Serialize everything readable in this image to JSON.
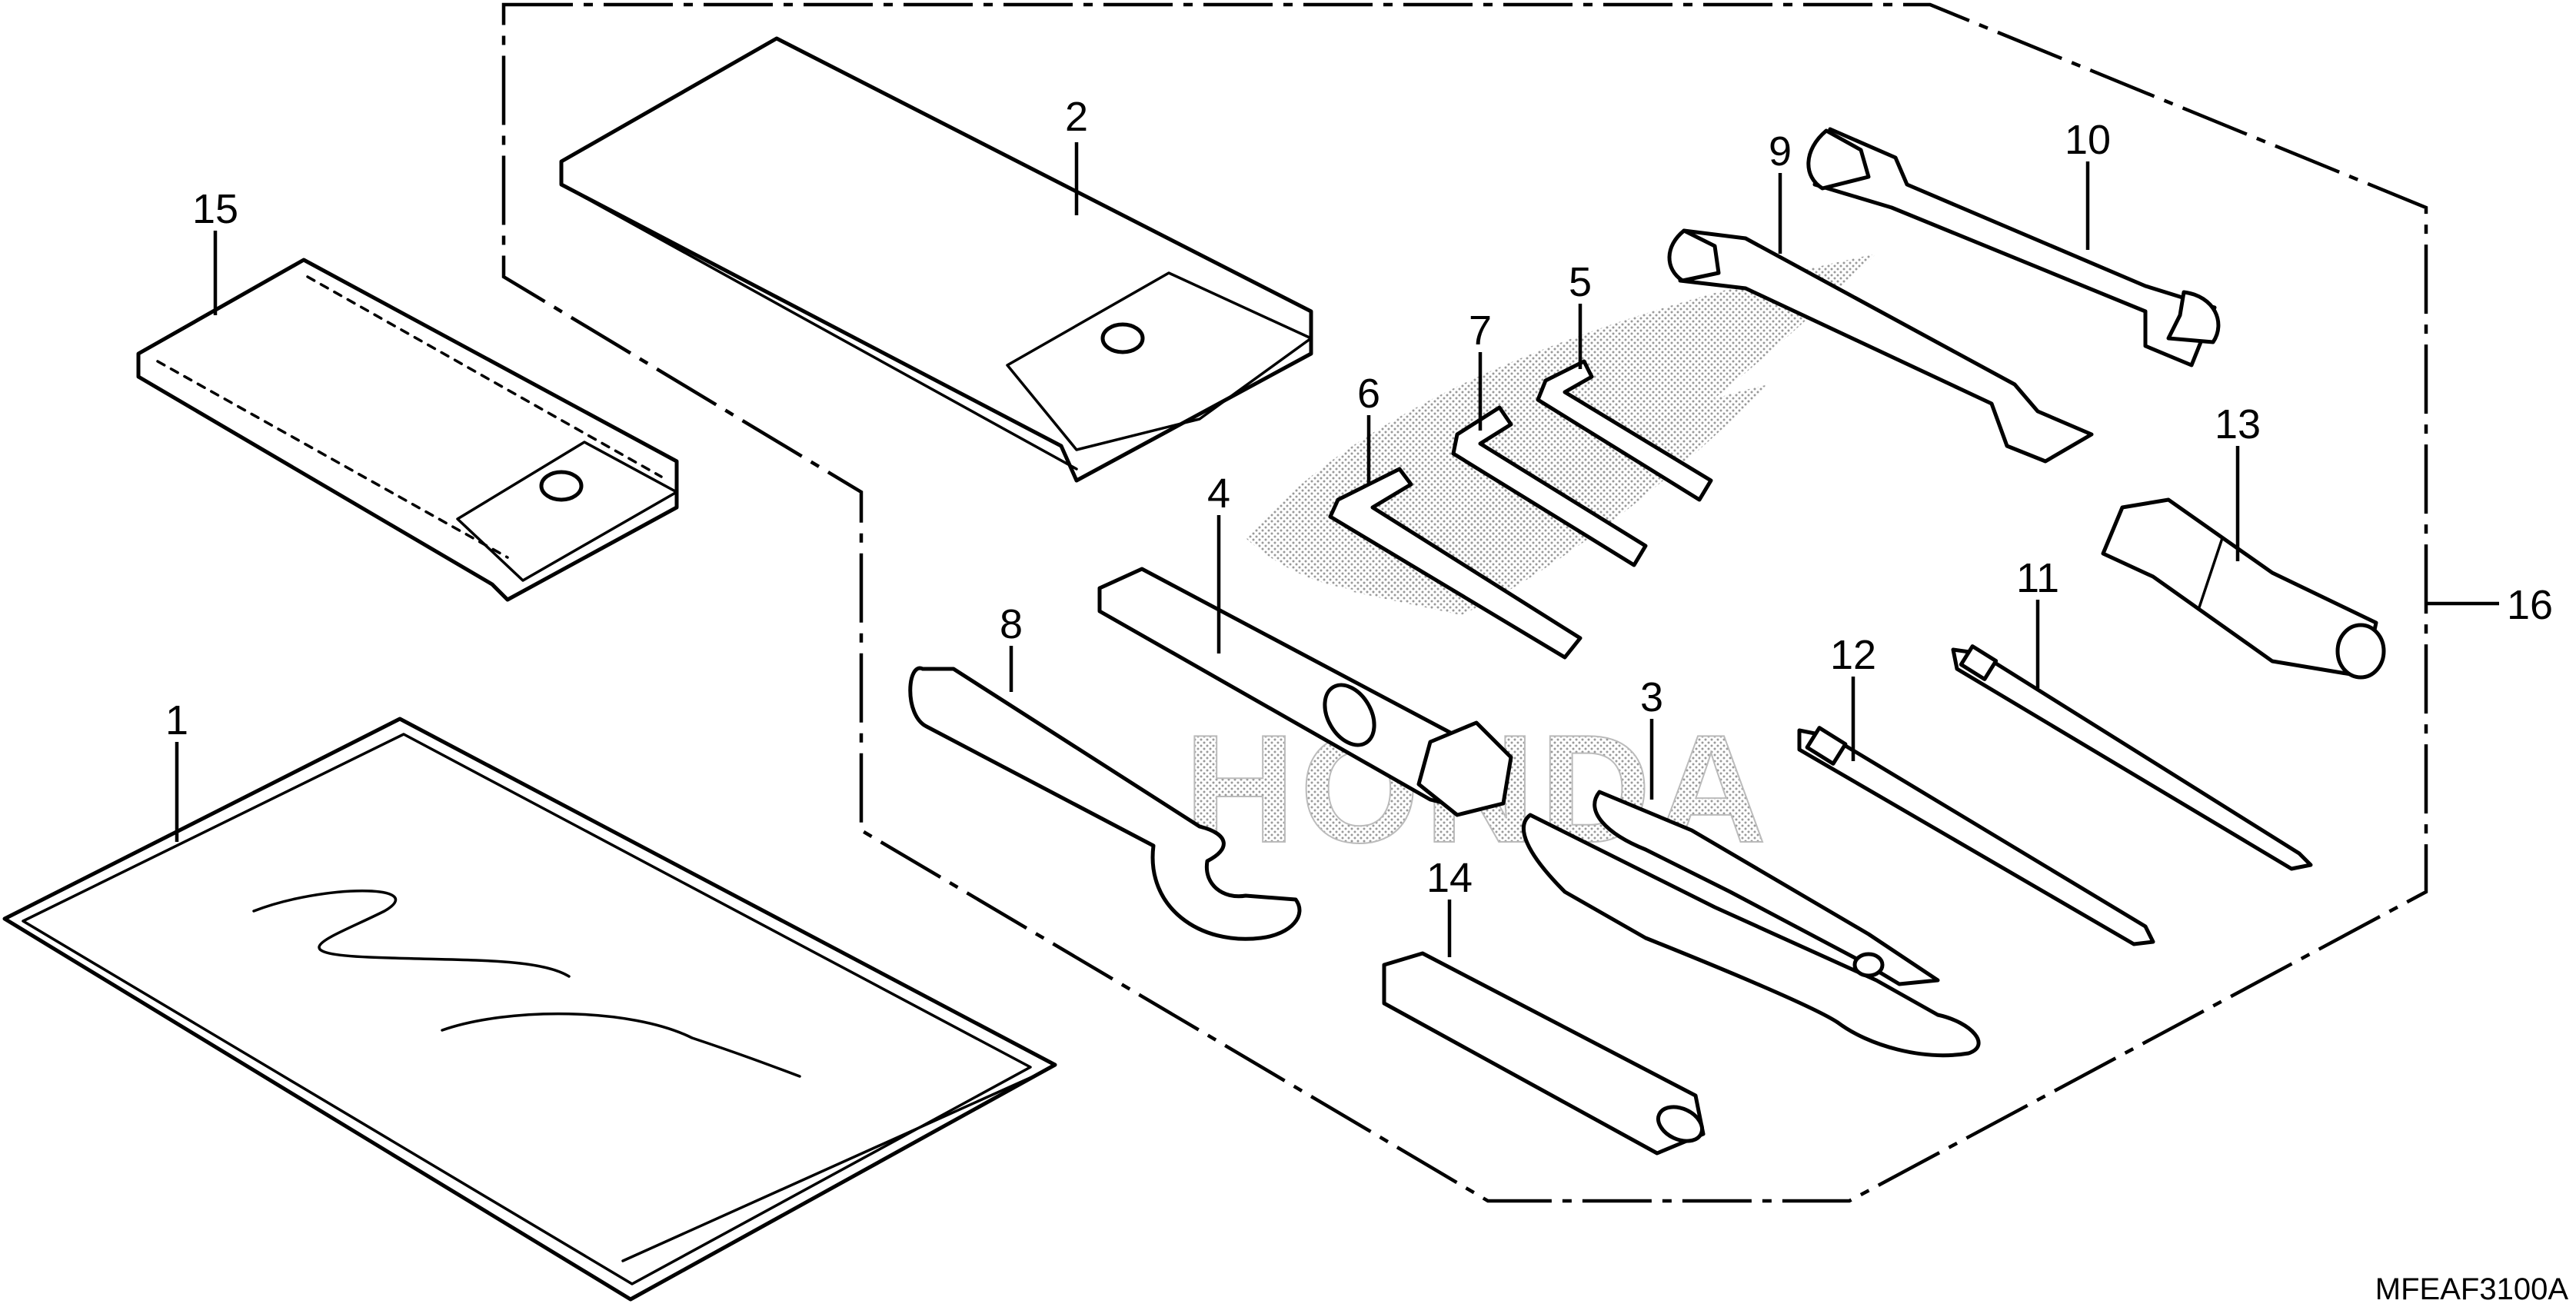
{
  "diagram": {
    "callouts": [
      "1",
      "2",
      "3",
      "4",
      "5",
      "6",
      "7",
      "8",
      "9",
      "10",
      "11",
      "12",
      "13",
      "14",
      "15",
      "16"
    ],
    "logo_text": "HONDA",
    "drawing_code": "MFEAF3100A",
    "colors": {
      "ink": "#000000",
      "paper": "#ffffff",
      "screen": "#9a9a9a"
    }
  }
}
